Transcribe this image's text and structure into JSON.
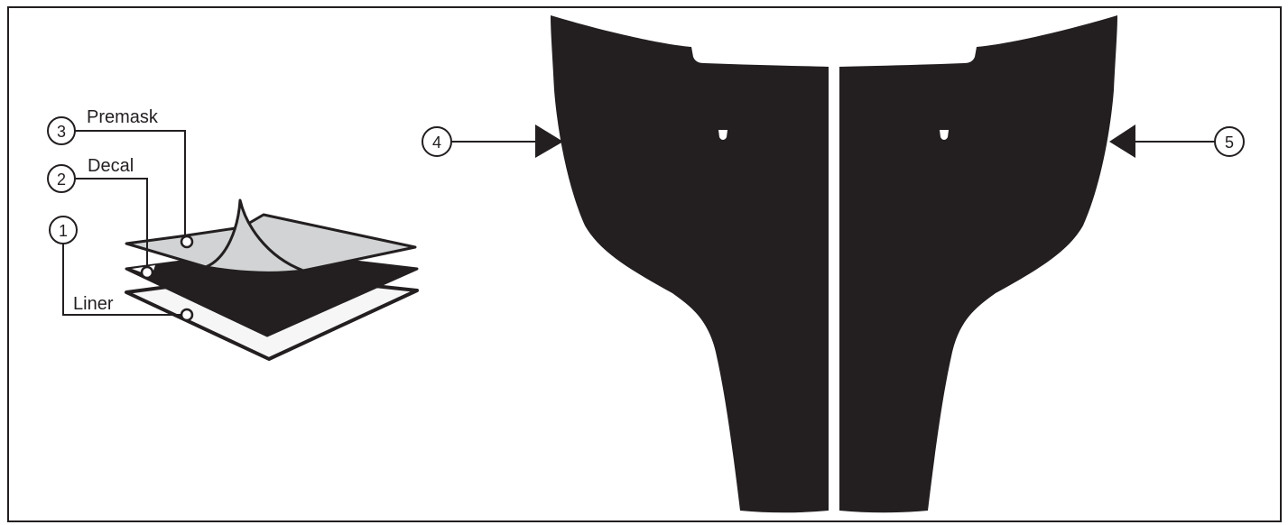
{
  "colors": {
    "decal": "#231f20",
    "premask": "#d1d3d4",
    "liner": "#f6f6f6",
    "line": "#231f20",
    "background": "#ffffff"
  },
  "legend": {
    "items": [
      {
        "number": "1",
        "label": "Liner"
      },
      {
        "number": "2",
        "label": "Decal"
      },
      {
        "number": "3",
        "label": "Premask"
      }
    ]
  },
  "callouts": {
    "left_panel": {
      "number": "4"
    },
    "right_panel": {
      "number": "5"
    }
  }
}
